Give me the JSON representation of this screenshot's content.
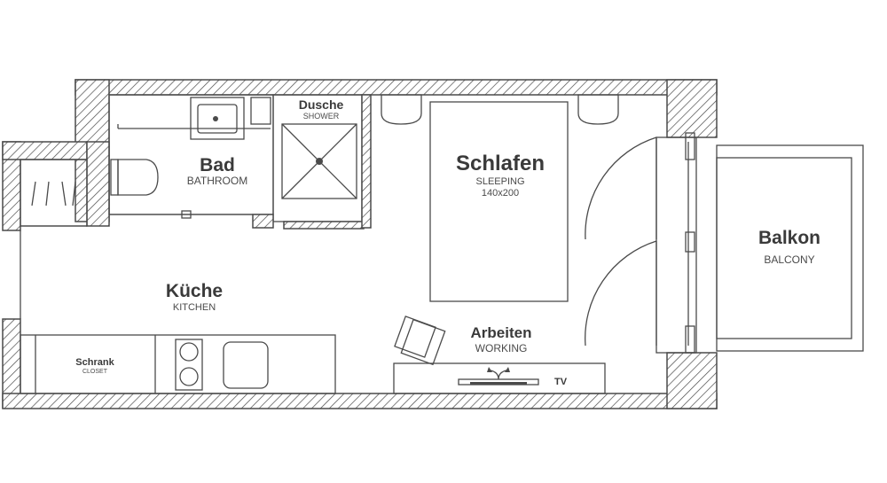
{
  "colors": {
    "line": "#4a4a4a",
    "text": "#3a3a3a",
    "background": "#ffffff"
  },
  "rooms": {
    "bath": {
      "name": "Bad",
      "sub": "BATHROOM"
    },
    "shower": {
      "name": "Dusche",
      "sub": "SHOWER"
    },
    "sleeping": {
      "name": "Schlafen",
      "sub": "SLEEPING",
      "size": "140x200"
    },
    "balcony": {
      "name": "Balkon",
      "sub": "BALCONY"
    },
    "kitchen": {
      "name": "Küche",
      "sub": "KITCHEN"
    },
    "working": {
      "name": "Arbeiten",
      "sub": "WORKING"
    },
    "closet": {
      "name": "Schrank",
      "sub": "CLOSET"
    }
  },
  "labels": {
    "tv": "TV"
  },
  "icons": [
    "sink-icon",
    "toilet-icon",
    "shower-drain-icon",
    "nightstand-icon",
    "stove-icon",
    "kitchen-sink-icon",
    "desk-chair-icon",
    "tv-icon",
    "door-swing-icon"
  ]
}
